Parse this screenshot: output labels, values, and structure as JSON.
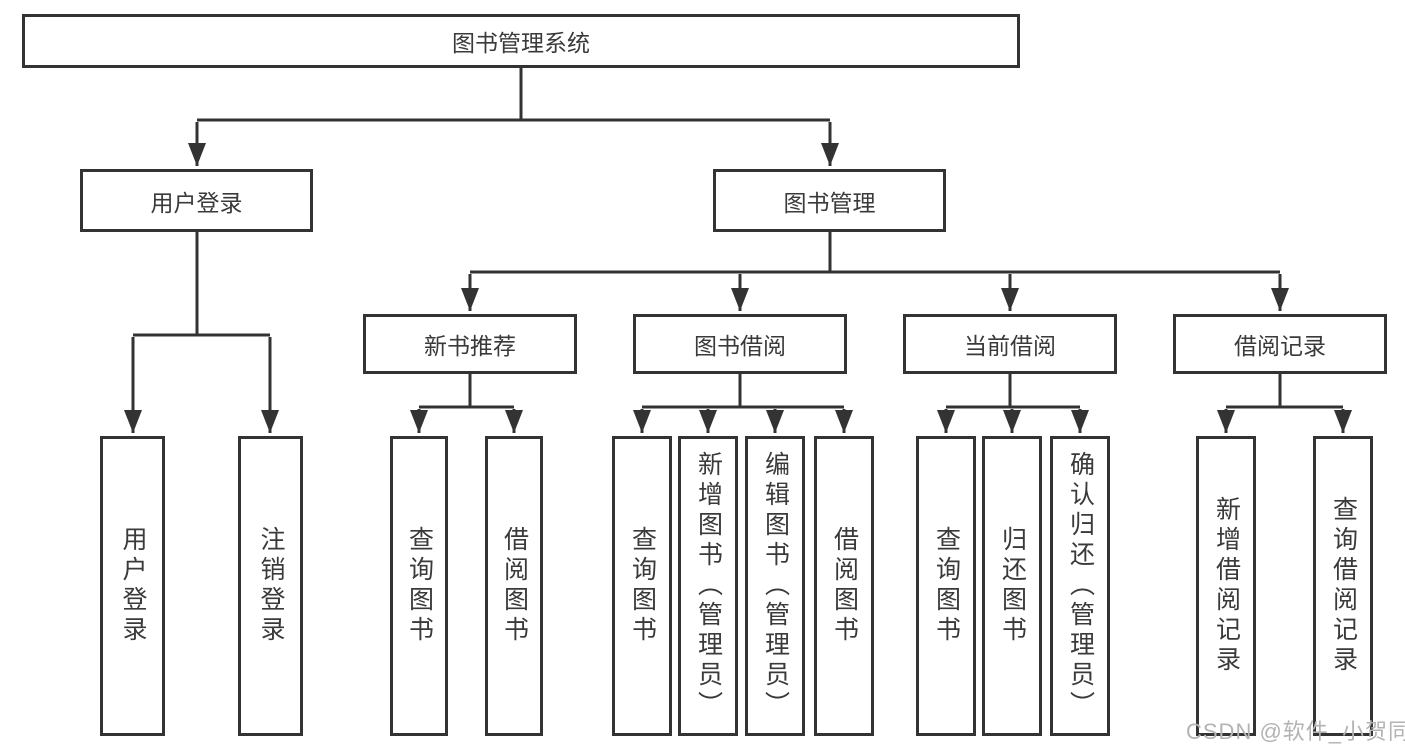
{
  "tree": {
    "label": "图书管理系统",
    "children": [
      {
        "label": "用户登录",
        "children": [
          {
            "label": "用户登录"
          },
          {
            "label": "注销登录"
          }
        ]
      },
      {
        "label": "图书管理",
        "children": [
          {
            "label": "新书推荐",
            "children": [
              {
                "label": "查询图书"
              },
              {
                "label": "借阅图书"
              }
            ]
          },
          {
            "label": "图书借阅",
            "children": [
              {
                "label": "查询图书"
              },
              {
                "label": "新增图书（管理员）"
              },
              {
                "label": "编辑图书（管理员）"
              },
              {
                "label": "借阅图书"
              }
            ]
          },
          {
            "label": "当前借阅",
            "children": [
              {
                "label": "查询图书"
              },
              {
                "label": "归还图书"
              },
              {
                "label": "确认归还（管理员）"
              }
            ]
          },
          {
            "label": "借阅记录",
            "children": [
              {
                "label": "新增借阅记录"
              },
              {
                "label": "查询借阅记录"
              }
            ]
          }
        ]
      }
    ]
  },
  "watermark": {
    "text": "CSDN @软件_小贺同学"
  },
  "colors": {
    "line": "#333333",
    "text": "#3a3a3a",
    "watermark": "#b3b3b3",
    "background": "#ffffff"
  }
}
